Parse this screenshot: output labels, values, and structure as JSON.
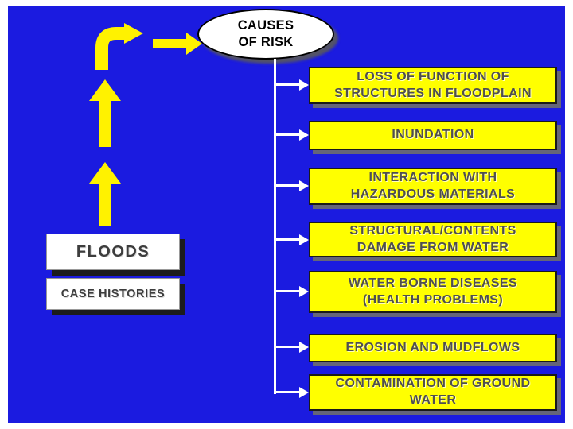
{
  "slide": {
    "colors": {
      "background": "#1b1be0",
      "arrow-yellow": "#fff200",
      "box-yellow": "#ffff00",
      "box-text": "#4f4f4f",
      "connector": "#ffffff"
    },
    "root_node": {
      "text": "CAUSES\nOF RISK"
    },
    "source_boxes": [
      {
        "text": "FLOODS"
      },
      {
        "text": "CASE HISTORIES"
      }
    ],
    "risk_boxes": [
      {
        "text": "LOSS OF FUNCTION OF\nSTRUCTURES IN FLOODPLAIN"
      },
      {
        "text": "INUNDATION"
      },
      {
        "text": "INTERACTION WITH\nHAZARDOUS MATERIALS"
      },
      {
        "text": "STRUCTURAL/CONTENTS\nDAMAGE FROM  WATER"
      },
      {
        "text": "WATER BORNE DISEASES\n(HEALTH PROBLEMS)"
      },
      {
        "text": "EROSION AND MUDFLOWS"
      },
      {
        "text": "CONTAMINATION OF GROUND\nWATER"
      }
    ]
  }
}
